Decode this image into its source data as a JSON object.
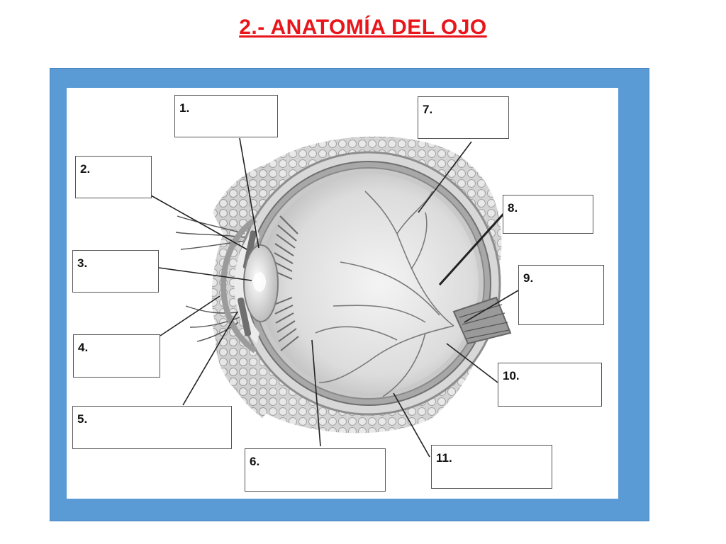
{
  "title": "2.- ANATOMÍA DEL OJO",
  "labels": [
    "1.",
    "2.",
    "3.",
    "4.",
    "5.",
    "6.",
    "7.",
    "8.",
    "9.",
    "10.",
    "11."
  ],
  "colors": {
    "title": "#e8151b",
    "frame": "#5b9bd5"
  }
}
